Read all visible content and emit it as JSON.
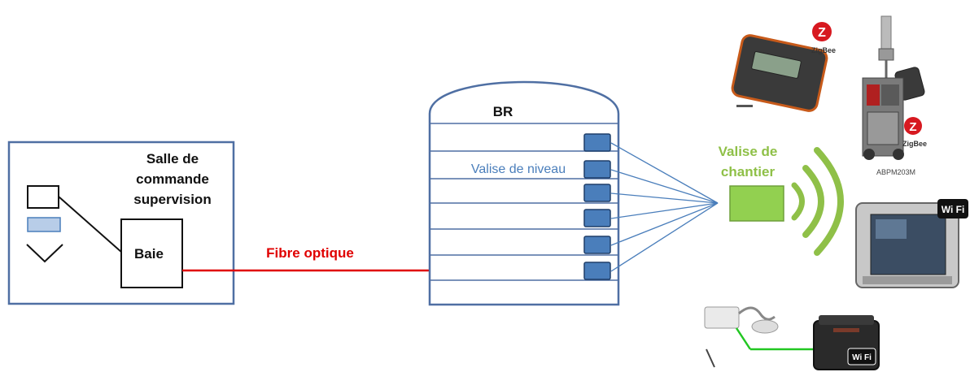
{
  "control_room": {
    "title_lines": [
      "Salle de",
      "commande",
      "supervision"
    ],
    "rack_label": "Baie"
  },
  "fiber": {
    "label": "Fibre optique",
    "color": "#e00000"
  },
  "tank": {
    "label": "BR",
    "level_case_label": "Valise de niveau",
    "level_case_color": "#4a7ebb"
  },
  "site_case": {
    "label_lines": [
      "Valise de",
      "chantier"
    ],
    "color": "#92d050"
  },
  "devices": {
    "zigbee_logo_1": "ZigBee",
    "zigbee_logo_2": "ZigBee",
    "model_label": "ABPM203M",
    "wifi_logo_1": "Wi Fi",
    "wifi_logo_2": "Wi Fi"
  },
  "colors": {
    "frame_blue": "#4f6fa3",
    "wire_blue": "#4a7ebb",
    "wave_green": "#8fc048",
    "link_green": "#22c722"
  }
}
